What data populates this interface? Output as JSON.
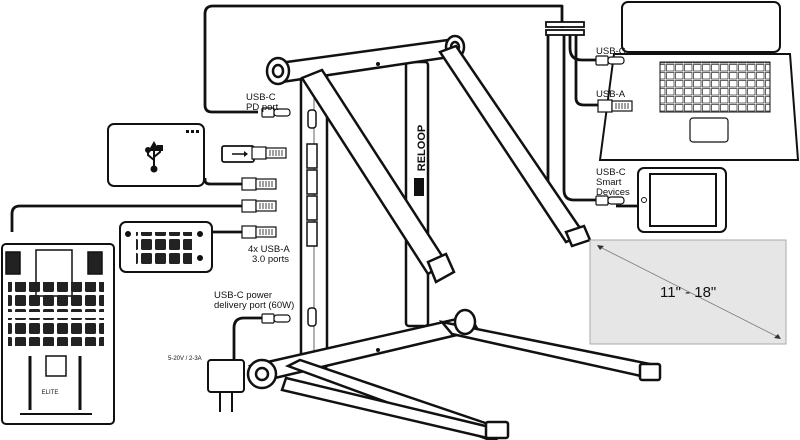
{
  "labels": {
    "usbc_pd_line1": "USB-C",
    "usbc_pd_line2": "PD port",
    "laptop_usbc": "USB-C",
    "laptop_usba": "USB-A",
    "smart_line1": "USB-C",
    "smart_line2": "Smart",
    "smart_line3": "Devices",
    "usba_line1": "4x USB-A",
    "usba_line2": "3.0 ports",
    "pd60_line1": "USB-C power",
    "pd60_line2": "delivery port (60W)",
    "adapter": "5-20V / 2-3A",
    "size_range": "11\" - 18\"",
    "stand_brand": "RELOOP",
    "mixer_brand": "ELITE"
  },
  "icons": [
    "usb-icon",
    "usb-stick-icon",
    "power-plug-icon"
  ],
  "colors": {
    "line": "#111111",
    "background": "#ffffff",
    "surface_gray": "#dddddd"
  }
}
